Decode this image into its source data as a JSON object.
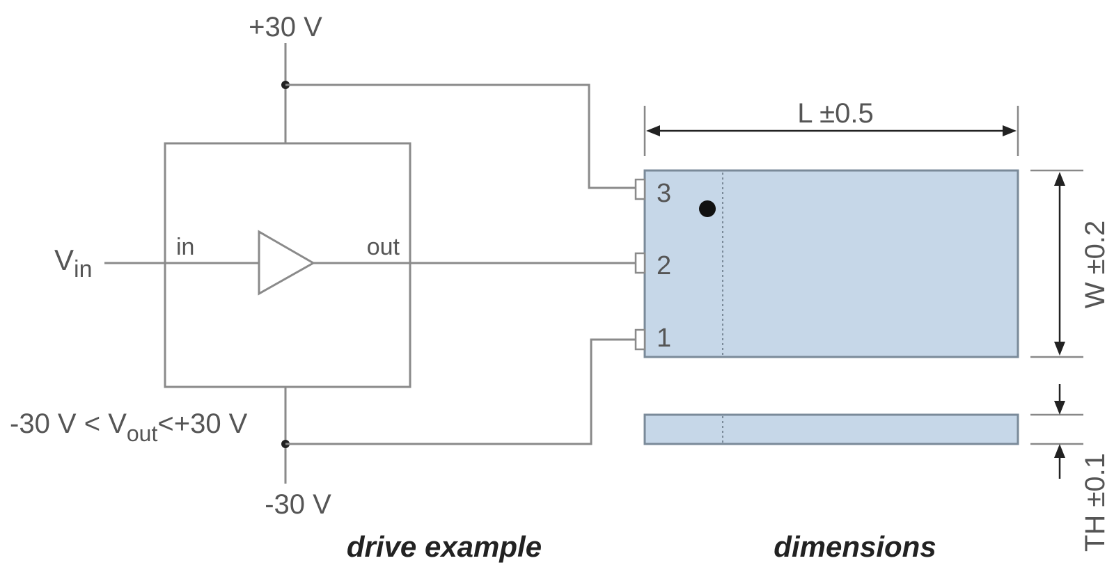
{
  "drive": {
    "supply_pos": "+30 V",
    "supply_neg": "-30 V",
    "input_main": "V",
    "input_sub": "in",
    "port_in": "in",
    "port_out": "out",
    "range_pre": "-30 V < V",
    "range_sub": "out",
    "range_post": "<+30 V",
    "caption": "drive example"
  },
  "dimensions": {
    "length_label": "L ±0.5",
    "width_label": "W ±0.2",
    "thickness_label": "TH ±0.1",
    "pins": [
      "3",
      "2",
      "1"
    ],
    "caption": "dimensions",
    "plate_color": "#c6d7e8"
  }
}
